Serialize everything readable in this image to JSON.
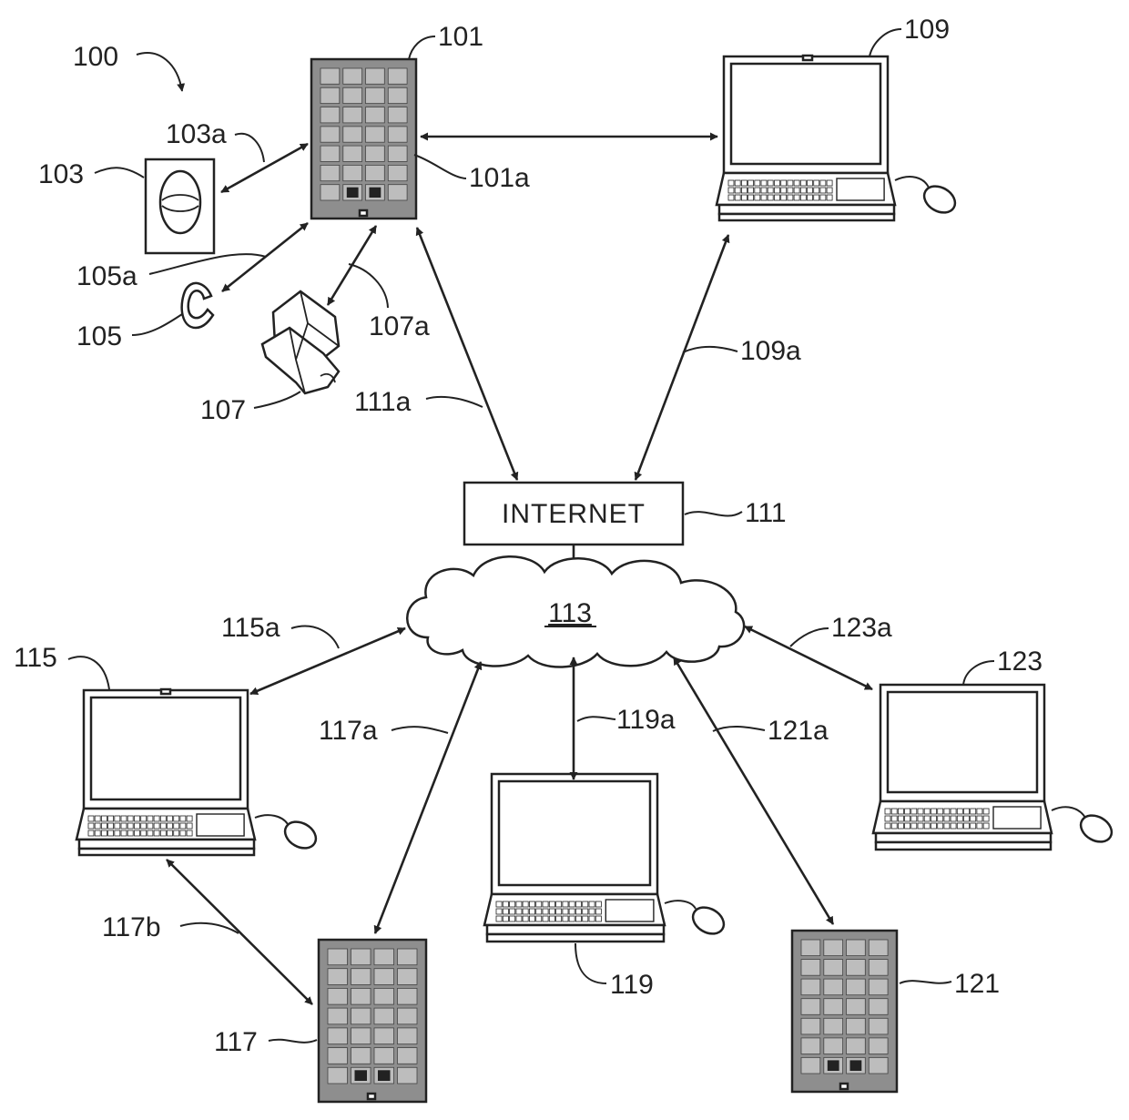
{
  "figure_label": "100",
  "internet_box": {
    "label": "INTERNET",
    "ref": "111"
  },
  "cloud": {
    "ref": "113"
  },
  "reference_labels": {
    "tablet_101": "101",
    "tablet_101_screen": "101a",
    "watch_103": "103",
    "link_103a": "103a",
    "ring_105": "105",
    "link_105a": "105a",
    "device_107": "107",
    "link_107a": "107a",
    "laptop_109": "109",
    "link_109a": "109a",
    "link_111a": "111a",
    "laptop_115": "115",
    "link_115a": "115a",
    "tablet_117": "117",
    "link_117a": "117a",
    "link_117b": "117b",
    "laptop_119": "119",
    "link_119a": "119a",
    "tablet_121": "121",
    "link_121a": "121a",
    "laptop_123": "123",
    "link_123a": "123a"
  },
  "tablet_icons": [
    "twitter-icon",
    "facebook-icon"
  ],
  "colors": {
    "ink": "#222222",
    "paper": "#ffffff",
    "tile": "#bdbdbd",
    "screen_dark": "#8e8e8e"
  }
}
